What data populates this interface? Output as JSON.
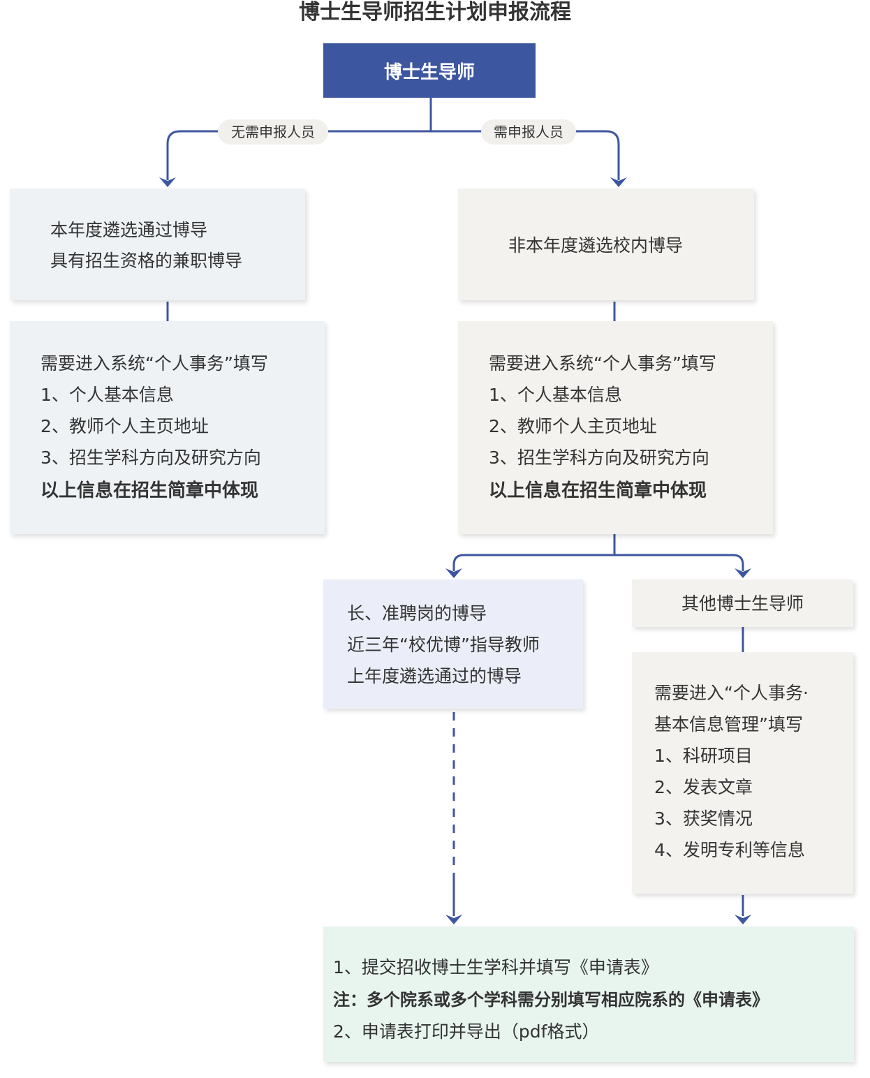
{
  "title": "博士生导师招生计划申报流程",
  "top_node": "博士生导师",
  "branch_labels": {
    "left": "无需申报人员",
    "right": "需申报人员"
  },
  "left_category": [
    "本年度遴选通过博导",
    "具有招生资格的兼职博导"
  ],
  "right_category": [
    "非本年度遴选校内博导"
  ],
  "fill_info": {
    "heading": "需要进入系统“个人事务”填写",
    "items": [
      "1、个人基本信息",
      "2、教师个人主页地址",
      "3、招生学科方向及研究方向"
    ],
    "note": "以上信息在招生简章中体现"
  },
  "sub_left": [
    "长、准聘岗的博导",
    "近三年“校优博”指导教师",
    "上年度遴选通过的博导"
  ],
  "sub_right_label": "其他博士生导师",
  "sub_right_fill": {
    "lines": [
      "需要进入“个人事务·",
      "基本信息管理”填写"
    ],
    "items": [
      "1、科研项目",
      "2、发表文章",
      "3、获奖情况",
      "4、发明专利等信息"
    ]
  },
  "final": {
    "step1": "1、提交招收博士生学科并填写《申请表》",
    "note": "注：多个院系或多个学科需分别填写相应院系的《申请表》",
    "step2": "2、申请表打印并导出（pdf格式）"
  },
  "colors": {
    "primary": "#3d56a0",
    "box_blue": "#eef2f5",
    "box_beige": "#f3f2ef",
    "box_lavender": "#ebeef8",
    "box_green": "#e8f5ef"
  }
}
